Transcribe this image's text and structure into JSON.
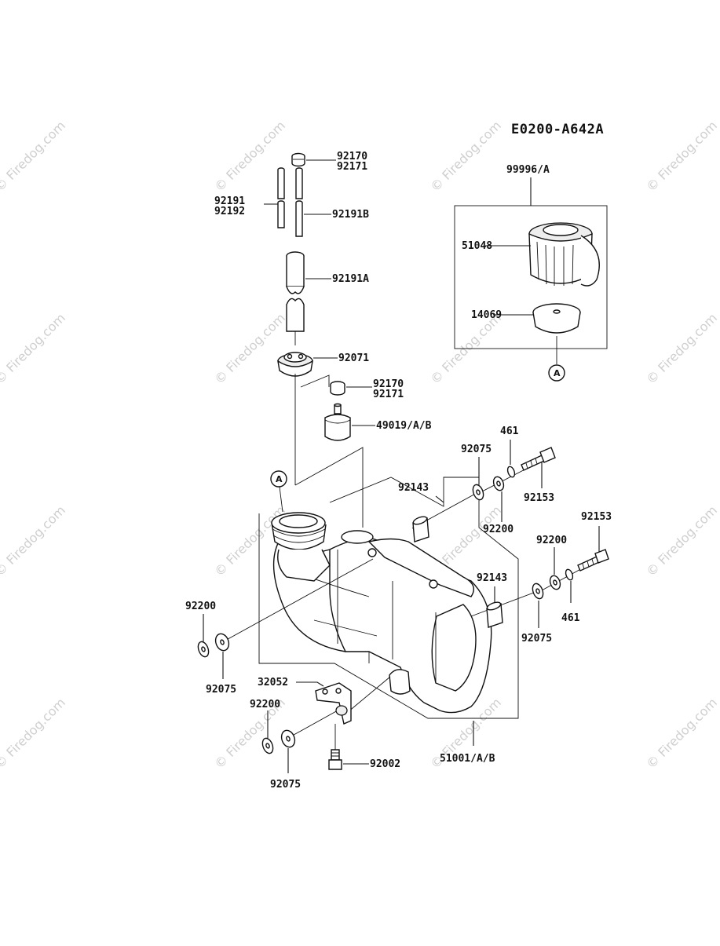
{
  "diagram": {
    "code": "E0200-A642A",
    "watermark": "© Firedog.com",
    "callout": "A",
    "parts": {
      "p92170_top": "92170",
      "p92171_top": "92171",
      "p92191": "92191",
      "p92192": "92192",
      "p92191B": "92191B",
      "p92191A": "92191A",
      "p92071": "92071",
      "p92170_mid": "92170",
      "p92171_mid": "92171",
      "p49019": "49019/A/B",
      "p99996": "99996/A",
      "p51048": "51048",
      "p14069": "14069",
      "p92075_a": "92075",
      "p461_a": "461",
      "p92153_a": "92153",
      "p92143_a": "92143",
      "p92200_a": "92200",
      "p92153_b": "92153",
      "p92200_b": "92200",
      "p92143_b": "92143",
      "p461_b": "461",
      "p92075_b": "92075",
      "p92200_c": "92200",
      "p92075_c": "92075",
      "p32052": "32052",
      "p92200_d": "92200",
      "p92075_d": "92075",
      "p92002": "92002",
      "p51001": "51001/A/B"
    }
  }
}
